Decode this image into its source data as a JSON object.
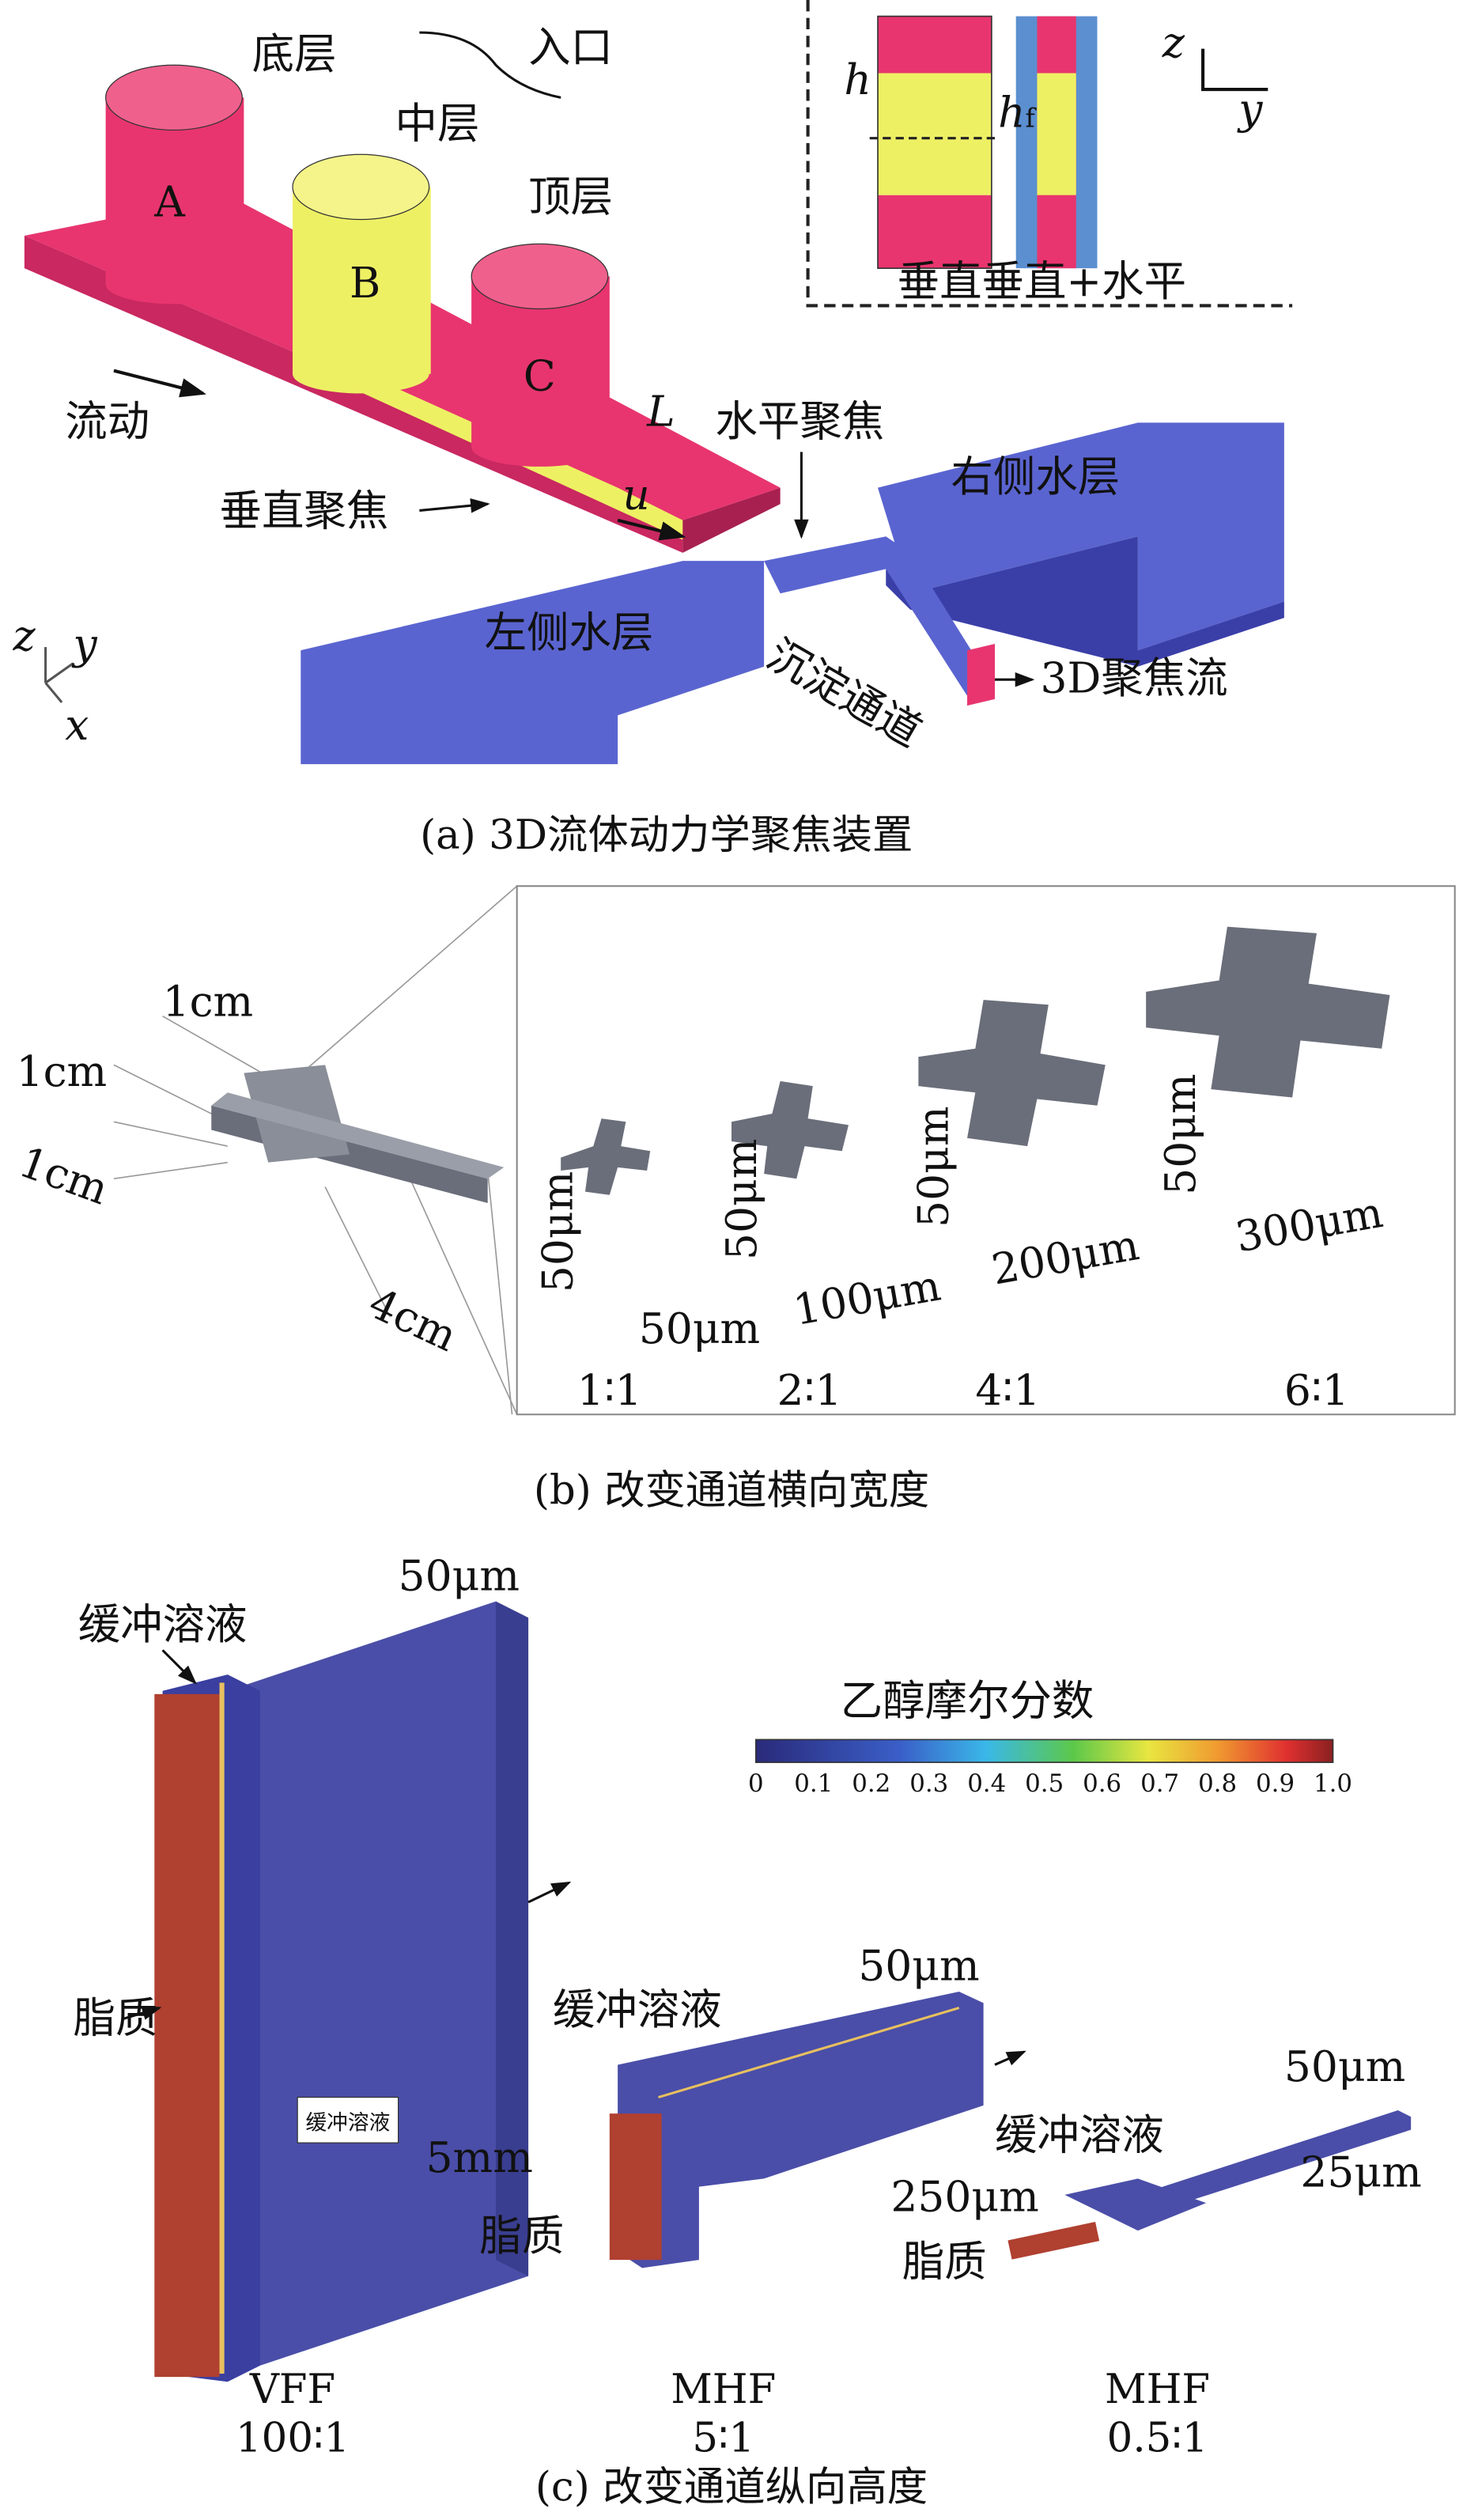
{
  "panel_a": {
    "caption": "(a) 3D流体动力学聚焦装置",
    "layers": {
      "bottom": "底层",
      "middle": "中层",
      "top": "顶层",
      "inlet": "入口"
    },
    "cylinders": [
      "A",
      "B",
      "C"
    ],
    "flow": "流动",
    "vertical_focus": "垂直聚焦",
    "horizontal_focus": "水平聚焦",
    "L": "L",
    "u": "u",
    "right_water": "右侧水层",
    "left_water": "左侧水层",
    "channel": "沉淀通道",
    "output": "3D聚焦流",
    "axes": {
      "z": "z",
      "y": "y",
      "x": "x"
    },
    "inset": {
      "h": "h",
      "hf": "h",
      "hf_sub": "f",
      "z": "z",
      "y": "y",
      "label": "垂直垂直+水平"
    },
    "colors": {
      "pink": "#e8356f",
      "yellow": "#eef064",
      "blue": "#5a64d0",
      "inset_blue": "#5b8fd0"
    }
  },
  "panel_b": {
    "caption": "(b) 改变通道横向宽度",
    "dims": [
      "1cm",
      "1cm",
      "1cm",
      "4cm"
    ],
    "variants": [
      {
        "height": "50μm",
        "width": "50μm",
        "ratio": "1∶1"
      },
      {
        "height": "50μm",
        "width": "100μm",
        "ratio": "2∶1"
      },
      {
        "height": "50μm",
        "width": "200μm",
        "ratio": "4∶1"
      },
      {
        "height": "50μm",
        "width": "300μm",
        "ratio": "6∶1"
      }
    ]
  },
  "panel_c": {
    "caption": "(c) 改变通道纵向高度",
    "colorbar": {
      "title": "乙醇摩尔分数",
      "ticks": [
        "0",
        "0.1",
        "0.2",
        "0.3",
        "0.4",
        "0.5",
        "0.6",
        "0.7",
        "0.8",
        "0.9",
        "1.0"
      ]
    },
    "devices": [
      {
        "type": "VFF",
        "ratio": "100∶1",
        "buffer": "缓冲溶液",
        "lipid": "脂质",
        "width": "50μm",
        "height": "5mm",
        "inner_label": "缓冲溶液"
      },
      {
        "type": "MHF",
        "ratio": "5∶1",
        "buffer": "缓冲溶液",
        "lipid": "脂质",
        "width": "50μm",
        "height": "250μm"
      },
      {
        "type": "MHF",
        "ratio": "0.5∶1",
        "buffer": "缓冲溶液",
        "lipid": "脂质",
        "width": "50μm",
        "height": "25μm"
      }
    ]
  }
}
